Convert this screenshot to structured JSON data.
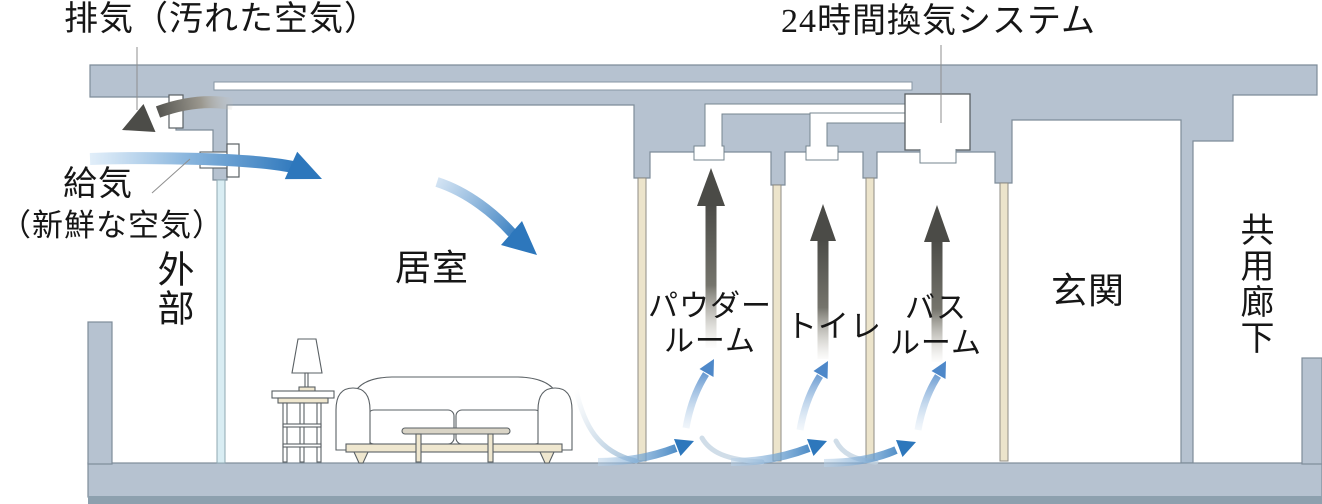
{
  "labels": {
    "exhaust_air": "排気（汚れた空気）",
    "ventilation_system": "24時間換気システム",
    "supply_air_line1": "給気",
    "supply_air_line2": "（新鮮な空気）",
    "exterior": "外部",
    "living_room": "居室",
    "powder_room_line1": "パウダー",
    "powder_room_line2": "ルーム",
    "toilet": "トイレ",
    "bathroom_line1": "バス",
    "bathroom_line2": "ルーム",
    "entrance": "玄関",
    "common_corridor": "共用廊下"
  },
  "colors": {
    "wall_fill": "#b6c2d0",
    "wall_outline": "#7e8c99",
    "floor_base_strip": "#8da0ae",
    "supply_arrow_blue": "#2d77bc",
    "exhaust_arrow_dark": "#4c4c48",
    "door_fill": "#ece4cb",
    "window_glass": "#d9edf3",
    "background": "#ffffff"
  }
}
